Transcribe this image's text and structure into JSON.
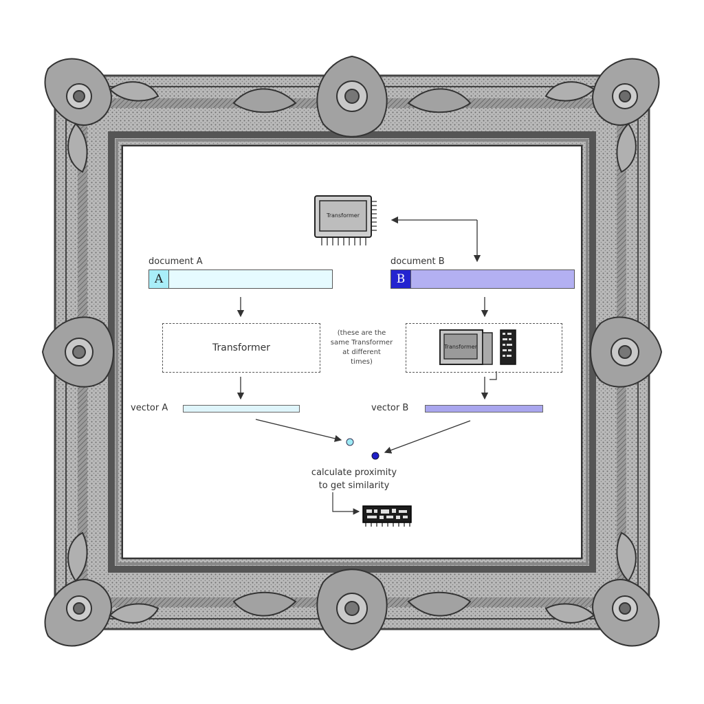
{
  "diagram": {
    "top_transformer_label": "Transformer",
    "document_a": {
      "label": "document A",
      "tag": "A"
    },
    "document_b": {
      "label": "document B",
      "tag": "B"
    },
    "transformer_box_label": "Transformer",
    "transformer_b_screen_label": "Transformer",
    "note_lines": [
      "(these are the",
      "same Transformer",
      "at different",
      "times)"
    ],
    "vector_a_label": "vector A",
    "vector_b_label": "vector B",
    "caption_lines": [
      "calculate proximity",
      "to get similarity"
    ]
  },
  "colors": {
    "doc_a_fill": "#e6fbff",
    "doc_a_tag": "#a9eef9",
    "doc_b_fill": "#b3b0f2",
    "doc_b_tag": "#2424d0",
    "vector_a_fill": "#dff5fb",
    "vector_b_fill": "#a9a6ee",
    "point_a": "#9eeaf5",
    "point_b": "#1f1fc8",
    "frame_dark": "#5a5a5a",
    "frame_light": "#a8a8a8"
  },
  "icons": [
    "ornate-frame",
    "retro-monitor-icon",
    "desktop-computer-icon",
    "circuit-board-icon"
  ]
}
